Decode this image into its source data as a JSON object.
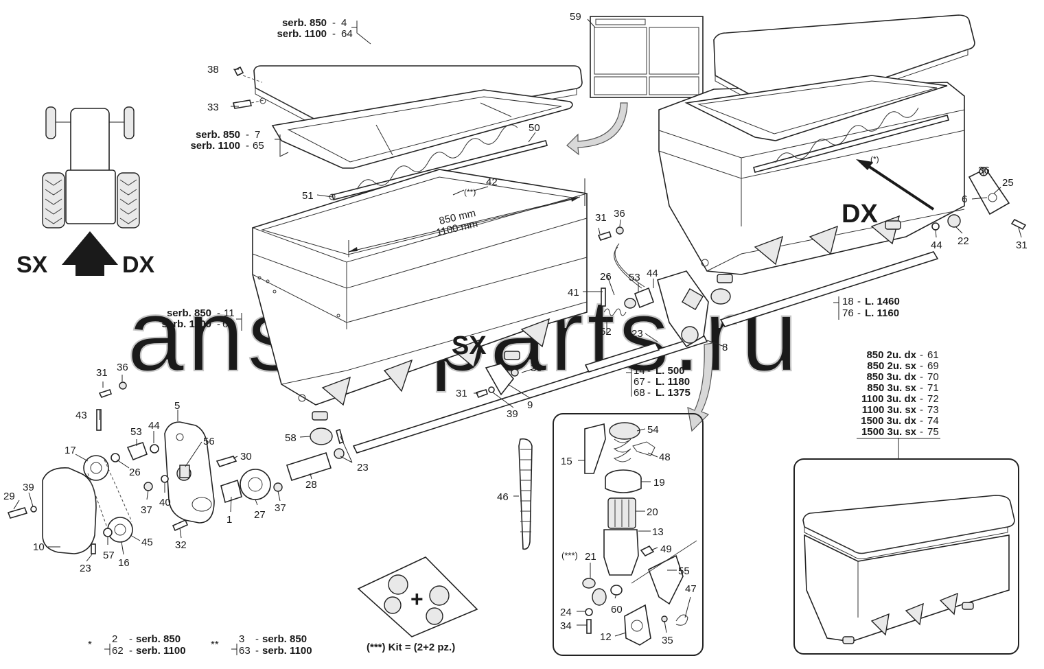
{
  "watermark": "ansat-parts.ru",
  "orientation": {
    "left": "SX",
    "right": "DX"
  },
  "hopper_labels": {
    "left": "SX",
    "right": "DX"
  },
  "dims": {
    "line1": "850 mm",
    "line2": "1100 mm"
  },
  "kit_label": "(***) Kit = (2+2 pz.)",
  "kit_plus": "+",
  "callouts": {
    "lid_a": {
      "a": "serb. 850",
      "a_num": "4",
      "b": "serb. 1100",
      "b_num": "64"
    },
    "screen": {
      "a": "serb. 850",
      "a_num": "7",
      "b": "serb. 1100",
      "b_num": "65"
    },
    "hopper": {
      "a": "serb. 850",
      "a_num": "11",
      "b": "serb. 1100",
      "b_num": "66"
    },
    "shaft_long": [
      {
        "num": "18",
        "len": "L. 1460"
      },
      {
        "num": "76",
        "len": "L. 1160"
      }
    ],
    "shaft_short": [
      {
        "num": "14",
        "len": "L. 500"
      },
      {
        "num": "67",
        "len": "L. 1180"
      },
      {
        "num": "68",
        "len": "L. 1375"
      }
    ],
    "variants": [
      {
        "name": "850 2u. dx",
        "num": "61"
      },
      {
        "name": "850 2u. sx",
        "num": "69"
      },
      {
        "name": "850 3u. dx",
        "num": "70"
      },
      {
        "name": "850 3u. sx",
        "num": "71"
      },
      {
        "name": "1100 3u. dx",
        "num": "72"
      },
      {
        "name": "1100 3u. sx",
        "num": "73"
      },
      {
        "name": "1500 3u. dx",
        "num": "74"
      },
      {
        "name": "1500 3u. sx",
        "num": "75"
      }
    ]
  },
  "footnotes": {
    "f1": {
      "mark": "*",
      "l1_num": "2",
      "l1_text": "serb. 850",
      "l2_num": "62",
      "l2_text": "serb. 1100"
    },
    "f2": {
      "mark": "**",
      "l1_num": "3",
      "l1_text": "serb. 850",
      "l2_num": "63",
      "l2_text": "serb. 1100"
    }
  },
  "refs": {
    "r59": "59",
    "r38": "38",
    "r33": "33",
    "r50": "50",
    "r51": "51",
    "r42": "42",
    "r42m": "(**)",
    "r31a": "31",
    "r36a": "36",
    "r26a": "26",
    "r53a": "53",
    "r44a": "44",
    "r41": "41",
    "r52": "52",
    "r23a": "23",
    "r8": "8",
    "r36r": "36",
    "r25": "25",
    "r6": "6",
    "r31r": "31",
    "r44r": "44",
    "r22": "22",
    "rstar": "(*)",
    "r31b": "31",
    "r36b": "36",
    "r43": "43",
    "r5": "5",
    "r53b": "53",
    "r44b": "44",
    "r56": "56",
    "r17": "17",
    "r26b": "26",
    "r30": "30",
    "r58": "58",
    "r23b": "23",
    "r36c": "36",
    "r31c": "31",
    "r39a": "39",
    "r9": "9",
    "r29": "29",
    "r39b": "39",
    "r37a": "37",
    "r40": "40",
    "r28": "28",
    "r37b": "37",
    "r1": "1",
    "r27": "27",
    "r10": "10",
    "r23c": "23",
    "r57": "57",
    "r16": "16",
    "r45": "45",
    "r32": "32",
    "r46": "46",
    "r54": "54",
    "r15": "15",
    "r48": "48",
    "r19": "19",
    "r20": "20",
    "r13": "13",
    "r49": "49",
    "r21m": "(***)",
    "r21": "21",
    "r55": "55",
    "r24": "24",
    "r60": "60",
    "r34": "34",
    "r47": "47",
    "r12": "12",
    "r35": "35"
  }
}
